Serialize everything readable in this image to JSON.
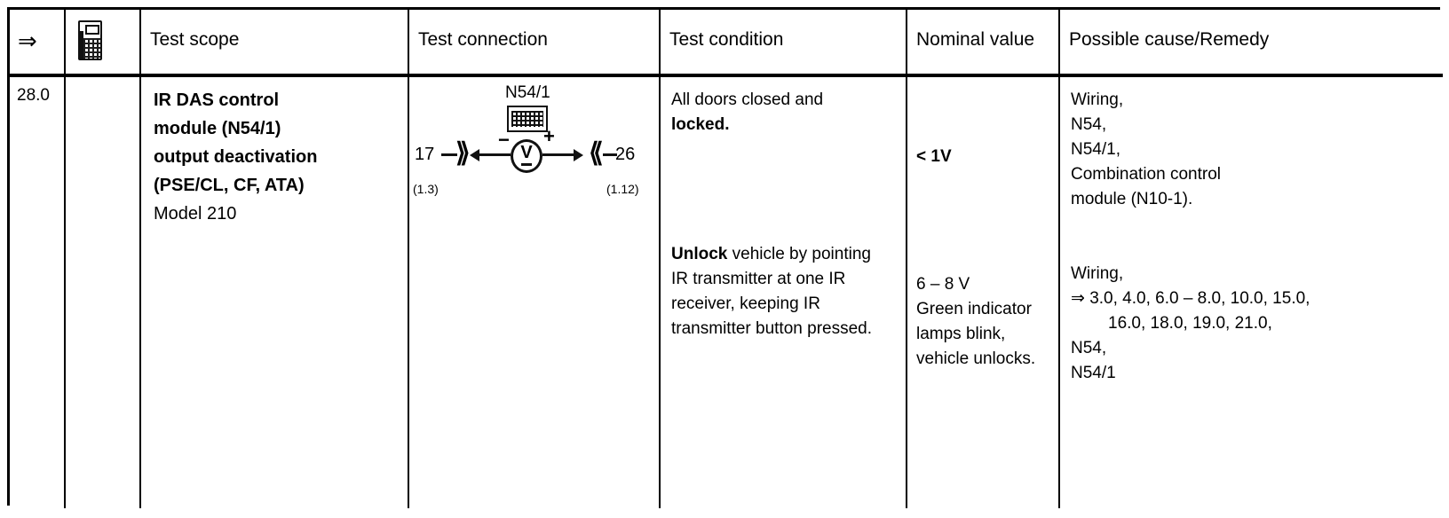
{
  "table": {
    "headers": {
      "ref": "⇒",
      "icon": "handheld-tester-icon",
      "scope": "Test scope",
      "connection": "Test connection",
      "condition": "Test condition",
      "nominal": "Nominal value",
      "remedy": "Possible cause/Remedy"
    },
    "row": {
      "ref": "28.0",
      "scope": {
        "line1": "IR DAS control",
        "line2": "module (N54/1)",
        "line3": "output deactivation",
        "line4": "(PSE/CL, CF, ATA)",
        "line5": "Model 210"
      },
      "connection": {
        "module_label": "N54/1",
        "pin_left": "17",
        "pin_left_sub": "(1.3)",
        "pin_right": "26",
        "pin_right_sub": "(1.12)",
        "meter_symbol": "V",
        "polarity_negative": "−",
        "polarity_positive": "+"
      },
      "condition_blocks": [
        {
          "bold_lead": "",
          "line1": "All doors closed and",
          "line2_bold": "locked.",
          "line3": "",
          "line4": ""
        },
        {
          "bold_lead": "Unlock",
          "line1": " vehicle by pointing",
          "line2": "IR transmitter at one IR",
          "line3": "receiver, keeping IR",
          "line4": "transmitter button pressed."
        }
      ],
      "nominal_blocks": [
        {
          "value": "< 1V",
          "line2": "",
          "line3": "",
          "line4": ""
        },
        {
          "value": "6 – 8 V",
          "line2": "Green indicator",
          "line3": "lamps blink,",
          "line4": "vehicle unlocks."
        }
      ],
      "remedy_blocks": [
        {
          "line1": "Wiring,",
          "line2": "N54,",
          "line3": "N54/1,",
          "line4": "Combination control",
          "line5": "module (N10-1)."
        },
        {
          "line1": "Wiring,",
          "xref_arrow": "⇒",
          "xref_line1": " 3.0, 4.0, 6.0 – 8.0, 10.0, 15.0,",
          "xref_line2": "16.0, 18.0, 19.0, 21.0,",
          "line4": "N54,",
          "line5": "N54/1"
        }
      ]
    }
  }
}
